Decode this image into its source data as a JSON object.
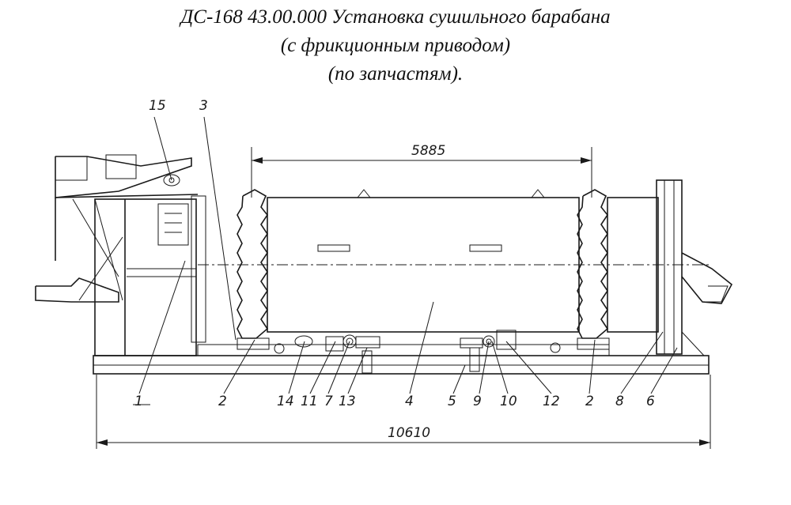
{
  "title": {
    "line1": "ДС-168 43.00.000 Установка сушильного барабана",
    "line2": "(с фрикционным приводом)",
    "line3": "(по запчастям)."
  },
  "dimensions": {
    "drum_length": "5885",
    "total_length": "10610"
  },
  "labels": {
    "p1": "1",
    "p2a": "2",
    "p14": "14",
    "p11": "11",
    "p7": "7",
    "p13": "13",
    "p4": "4",
    "p5": "5",
    "p9": "9",
    "p10": "10",
    "p12": "12",
    "p2b": "2",
    "p8": "8",
    "p6": "6",
    "p15": "15",
    "p3": "3"
  }
}
